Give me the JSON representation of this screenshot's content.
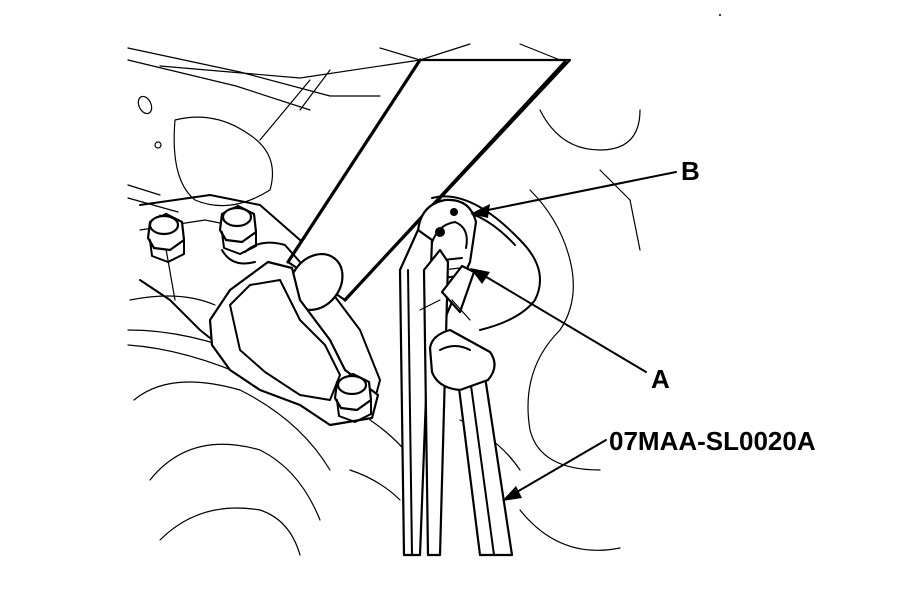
{
  "callouts": {
    "b": "B",
    "a": "A",
    "tool": "07MAA-SL0020A"
  },
  "colors": {
    "line": "#000000",
    "background": "#ffffff"
  }
}
